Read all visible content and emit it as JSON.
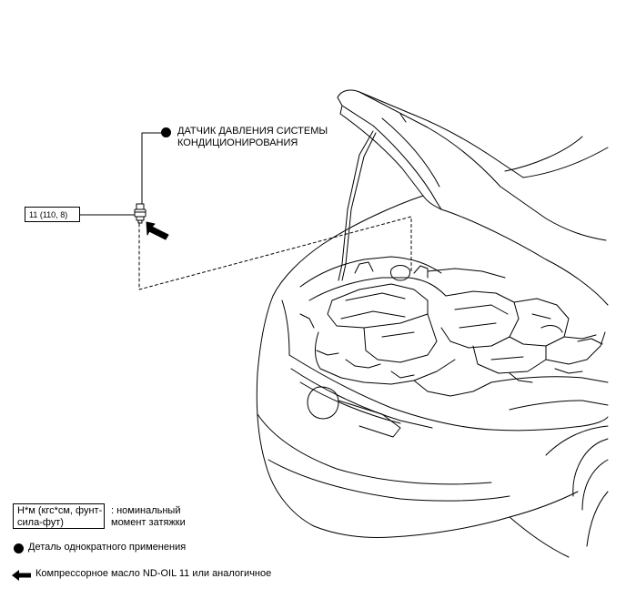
{
  "callouts": {
    "sensor_label_line1": "ДАТЧИК ДАВЛЕНИЯ СИСТЕМЫ",
    "sensor_label_line2": "КОНДИЦИОНИРОВАНИЯ",
    "torque_value": "11 (110, 8)"
  },
  "legend": {
    "torque_unit_line1": "Н*м (кгс*см, фунт-",
    "torque_unit_line2": "сила-фут)",
    "torque_desc_line1": ": номинальный",
    "torque_desc_line2": "момент затяжки",
    "single_use_part": "Деталь однократного применения",
    "oil": "Компрессорное масло ND-OIL 11 или аналогичное"
  },
  "icons": {
    "single_use_marker": "filled-circle-icon",
    "oil_marker": "arrow-left-icon",
    "apply_oil_marker": "arrow-pointer-icon"
  }
}
